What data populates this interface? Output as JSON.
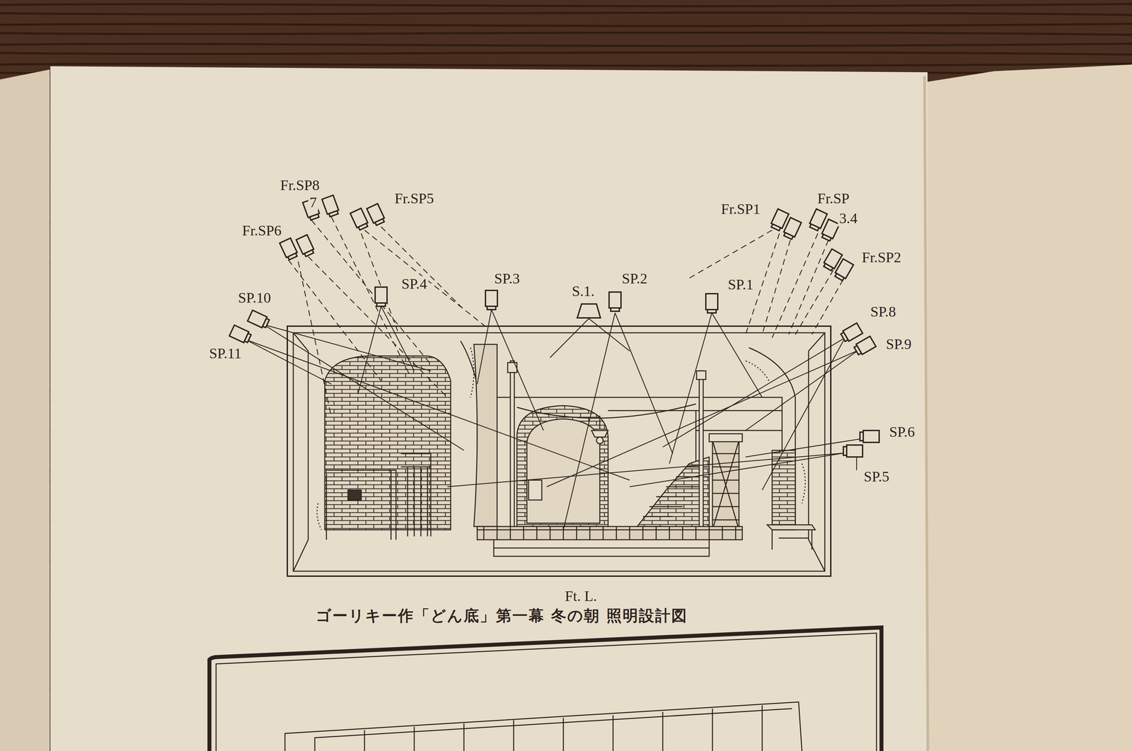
{
  "diagram": {
    "caption": "ゴーリキー作「どん底」第一幕 冬の朝 照明設計図",
    "labels": [
      "Fr.SP8",
      "7",
      "Fr.SP5",
      "Fr.SP6",
      "SP.4",
      "SP.3",
      "S.1.",
      "SP.2",
      "SP.1",
      "Fr.SP1",
      "Fr.SP",
      "3.4",
      "Fr.SP2",
      "SP.10",
      "SP.11",
      "SP.8",
      "SP.9",
      "SP.6",
      "SP.5",
      "Ft. L."
    ]
  }
}
